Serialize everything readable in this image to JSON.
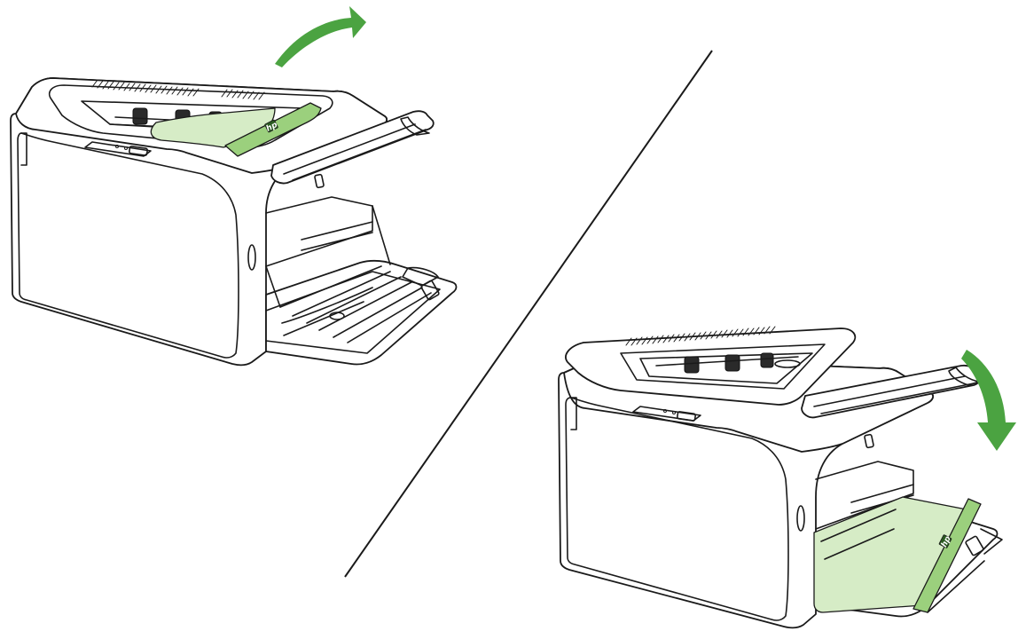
{
  "figure": {
    "panels": [
      {
        "name": "printer-top-output",
        "arrow": "up-right"
      },
      {
        "name": "printer-straight-through",
        "arrow": "down"
      }
    ],
    "logo_text": "hp",
    "colors": {
      "arrow": "#4ba341",
      "paper": "#d6ecc6",
      "paper_edge": "#9bd07d",
      "outline": "#1a1a1a",
      "background": "#ffffff"
    }
  }
}
